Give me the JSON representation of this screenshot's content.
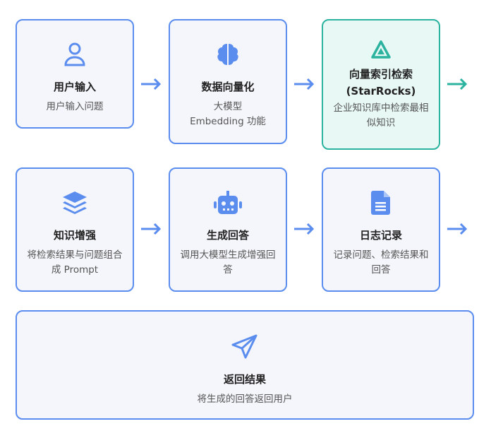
{
  "steps": [
    {
      "title": "用户输入",
      "desc": "用户输入问题",
      "icon": "user-icon"
    },
    {
      "title": "数据向量化",
      "desc": "大模型 Embedding 功能",
      "icon": "brain-icon"
    },
    {
      "title": "向量索引检索",
      "title2": "(StarRocks)",
      "desc": "企业知识库中检索最相似知识",
      "icon": "triangle-icon"
    },
    {
      "title": "知识增强",
      "desc": "将检索结果与问题组合成 Prompt",
      "icon": "layers-icon"
    },
    {
      "title": "生成回答",
      "desc": "调用大模型生成增强回答",
      "icon": "robot-icon"
    },
    {
      "title": "日志记录",
      "desc": "记录问题、检索结果和回答",
      "icon": "document-icon"
    },
    {
      "title": "返回结果",
      "desc": "将生成的回答返回用户",
      "icon": "send-icon"
    }
  ],
  "colors": {
    "blue": "#5b8def",
    "teal": "#2bb3a0"
  }
}
